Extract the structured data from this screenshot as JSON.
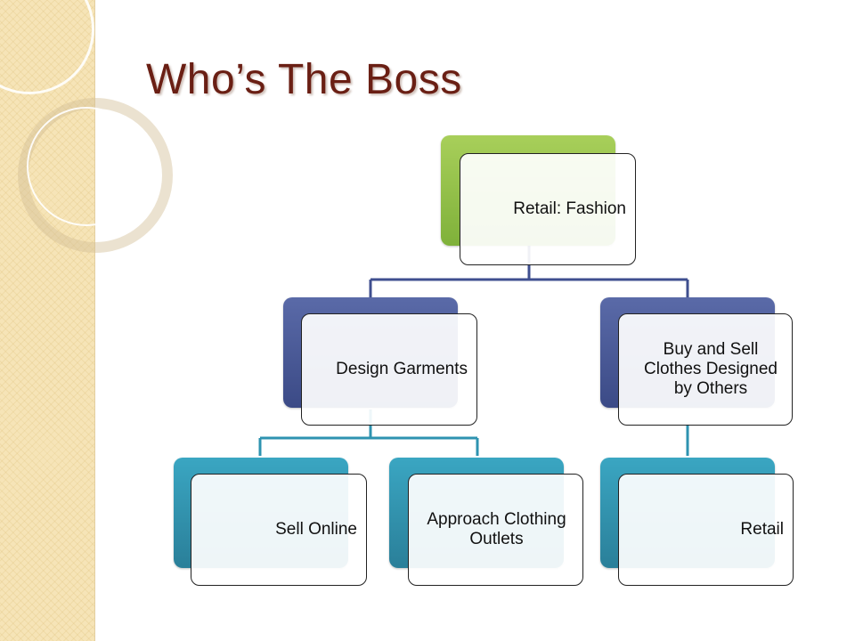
{
  "slide": {
    "title": "Who’s The Boss"
  },
  "diagram": {
    "root": "Retail: Fashion",
    "branch_left": "Design Garments",
    "branch_right": "Buy and Sell Clothes Designed by Others",
    "leaf_left_1": "Sell Online",
    "leaf_left_2": "Approach Clothing Outlets",
    "leaf_right_1": "Retail"
  },
  "colors": {
    "title": "#6a1f14",
    "root_accent": "#8cbf45",
    "branch_accent": "#3f4f8f",
    "leaf_accent": "#2e93b0",
    "connector_navy": "#3f4f8f",
    "connector_teal": "#2e93b0"
  }
}
